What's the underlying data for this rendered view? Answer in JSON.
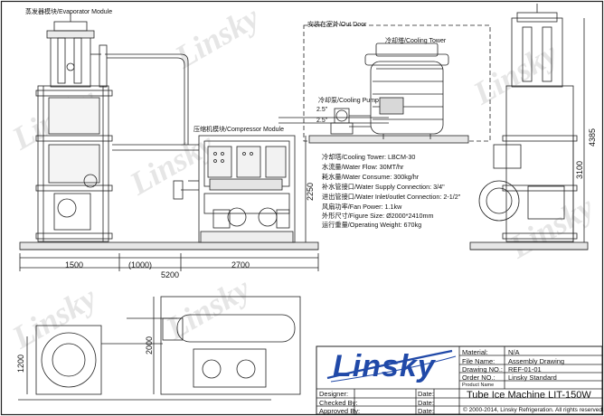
{
  "labels": {
    "evaporator_module": "蒸发器模块/Evaporator Module",
    "out_door": "安装在室外/Out Door",
    "cooling_tower": "冷却塔/Cooling Tower",
    "cooling_pump": "冷却泵/Cooling Pump",
    "compressor_module": "压缩机模块/Compressor Module",
    "pipe_1": "2.5\"",
    "pipe_2": "2.5\""
  },
  "specs": [
    "冷却塔/Cooling Tower:  LBCM-30",
    "水流量/Water Flow:  30MT/hr",
    "耗水量/Water Consume:  300kg/hr",
    "补水管接口/Water Supply Connection:  3/4\"",
    "进出管接口/Water Inlet/outlet Connection: 2-1/2\"",
    "风扇功率/Fan Power:  1.1kw",
    "外形尺寸/Figure Size:  Ø2000*2410mm",
    "运行重量/Operating Weight: 670kg"
  ],
  "dimensions": {
    "d1500": "1500",
    "d1000": "(1000)",
    "d5200": "5200",
    "d2700": "2700",
    "d2250": "2250",
    "d4385": "4385",
    "d3100": "3100",
    "d2000": "2000",
    "d1200": "1200"
  },
  "watermark": "Linsky",
  "title_block": {
    "logo": "Linsky",
    "material_label": "Material:",
    "material_value": "N/A",
    "file_name_label": "File Name:",
    "file_name_value": "Assembly Drawing",
    "drawing_no_label": "Drawing NO.:",
    "drawing_no_value": "REF-01-01",
    "order_no_label": "Order  NO.:",
    "order_no_value": "Linsky Standard",
    "product_name_label": "Product Name",
    "product_name": "Tube Ice Machine LIT-150W",
    "designer_label": "Designer:",
    "checked_label": "Checked By:",
    "approved_label": "Approved By:",
    "date_label_1": "Date:",
    "date_label_2": "Date:",
    "date_label_3": "Date:",
    "copyright": "©  2000-2014, Linsky Refrigeration. All rights reserved."
  },
  "colors": {
    "line": "#222222",
    "logo_blue": "#2049a8",
    "watermark": "#c8c8c8"
  }
}
